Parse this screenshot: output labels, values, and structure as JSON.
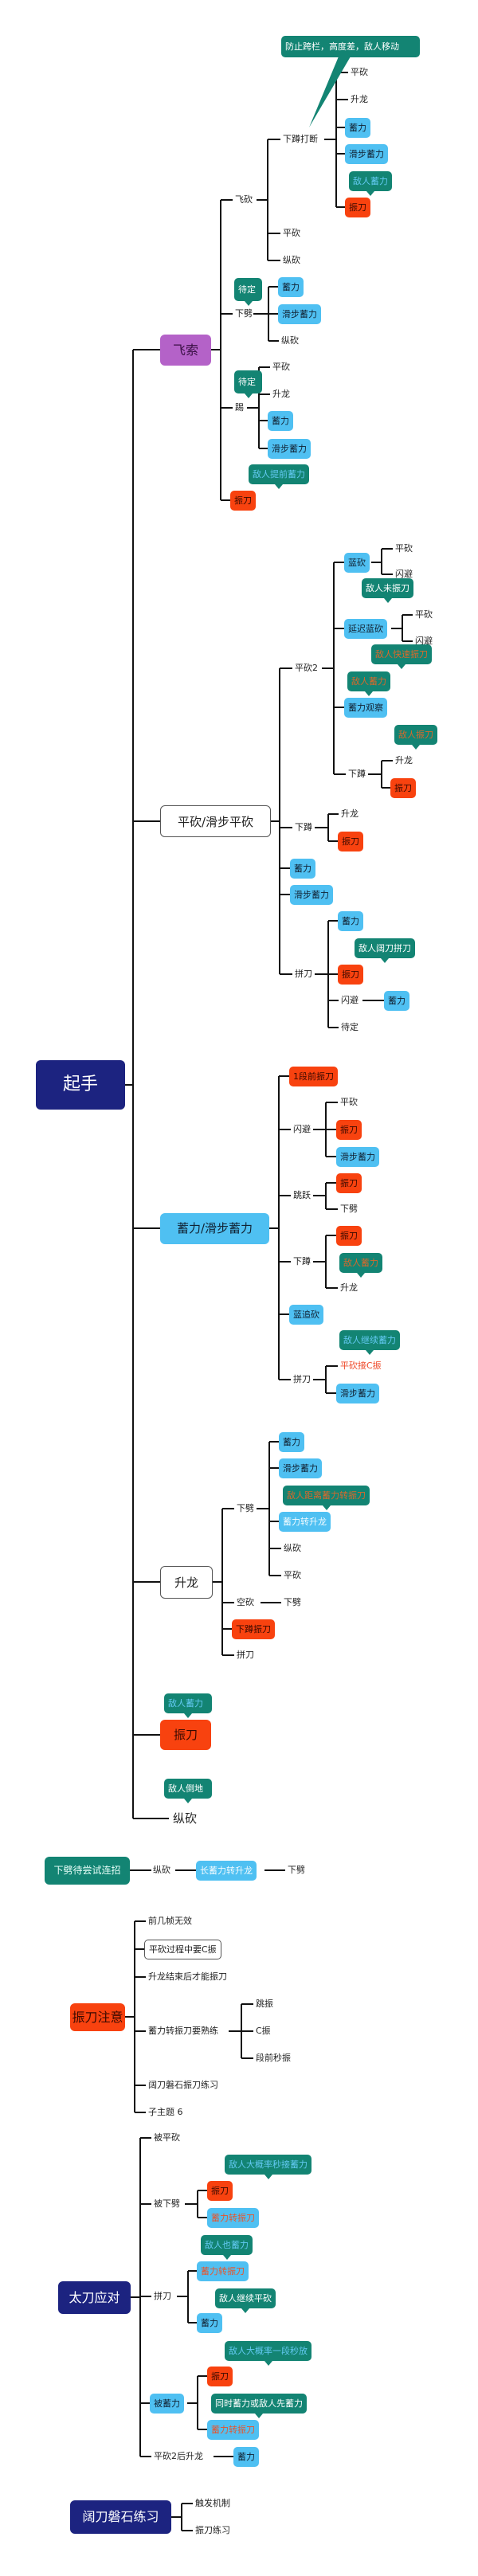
{
  "qishou": {
    "labels": [
      "起手",
      "飞索",
      "飞砍",
      "下蹲打断",
      "平砍",
      "升龙",
      "蓄力",
      "滑步蓄力",
      "振刀",
      "平砍",
      "纵砍",
      "下劈",
      "蓄力",
      "滑步蓄力",
      "纵砍",
      "踢",
      "平砍",
      "升龙",
      "蓄力",
      "滑步蓄力",
      "振刀"
    ],
    "notes": [
      "防止跨栏，高度差，敌人移动",
      "敌人蓄力",
      "待定",
      "待定",
      "敌人提前蓄力"
    ]
  },
  "pingkan": {
    "labels": [
      "平砍/滑步平砍",
      "平砍2",
      "蓝砍",
      "平砍",
      "闪避",
      "延迟蓝砍",
      "平砍",
      "闪避",
      "蓄力观察",
      "下蹲",
      "升龙",
      "振刀",
      "下蹲",
      "升龙",
      "振刀",
      "蓄力",
      "滑步蓄力",
      "拼刀",
      "蓄力",
      "振刀",
      "闪避",
      "蓄力",
      "待定"
    ],
    "notes": [
      "敌人未振刀",
      "敌人快速振刀",
      "敌人蓄力",
      "敌人振刀",
      "敌人阔刀拼刀"
    ]
  },
  "xuli": {
    "labels": [
      "蓄力/滑步蓄力",
      "1段前振刀",
      "闪避",
      "平砍",
      "振刀",
      "滑步蓄力",
      "跳跃",
      "振刀",
      "下劈",
      "下蹲",
      "振刀",
      "升龙",
      "蓝追砍",
      "拼刀",
      "平砍接C振",
      "滑步蓄力"
    ],
    "notes": [
      "敌人蓄力",
      "敌人继续蓄力"
    ]
  },
  "shenglong": {
    "labels": [
      "升龙",
      "下劈",
      "蓄力",
      "滑步蓄力",
      "蓄力转升龙",
      "纵砍",
      "平砍",
      "空砍",
      "下劈",
      "下蹲振刀",
      "拼刀"
    ],
    "notes": [
      "敌人距离蓄力转振刀"
    ]
  },
  "zhendao": {
    "label": "振刀",
    "note": "敌人蓄力"
  },
  "zongkan": {
    "label": "纵砍",
    "note": "敌人倒地"
  },
  "combo": {
    "labels": [
      "下劈待尝试连招",
      "纵砍",
      "长蓄力转升龙",
      "下劈"
    ]
  },
  "notice": {
    "labels": [
      "振刀注意",
      "前几帧无效",
      "平砍过程中要C振",
      "升龙结束后才能振刀",
      "蓄力转振刀要熟练",
      "跳振",
      "C振",
      "段前秒振",
      "阔刀磐石振刀练习",
      "子主题 6"
    ]
  },
  "taidao": {
    "labels": [
      "太刀应对",
      "被平砍",
      "被下劈",
      "振刀",
      "蓄力转振刀",
      "拼刀",
      "蓄力转振刀",
      "蓄力",
      "被蓄力",
      "振刀",
      "蓄力转振刀",
      "平砍2后升龙",
      "蓄力"
    ],
    "notes": [
      "敌人大概率秒接蓄力",
      "敌人也蓄力",
      "敌人继续平砍",
      "敌人大概率一段秒放",
      "同时蓄力或敌人先蓄力"
    ]
  },
  "practice": {
    "labels": [
      "阔刀磐石练习",
      "触发机制",
      "振刀练习"
    ]
  },
  "colors": {
    "blue": "#4fc0f2",
    "red": "#f8420f",
    "teal": "#138473",
    "navy": "#1c2380",
    "purple": "#b462c8"
  }
}
